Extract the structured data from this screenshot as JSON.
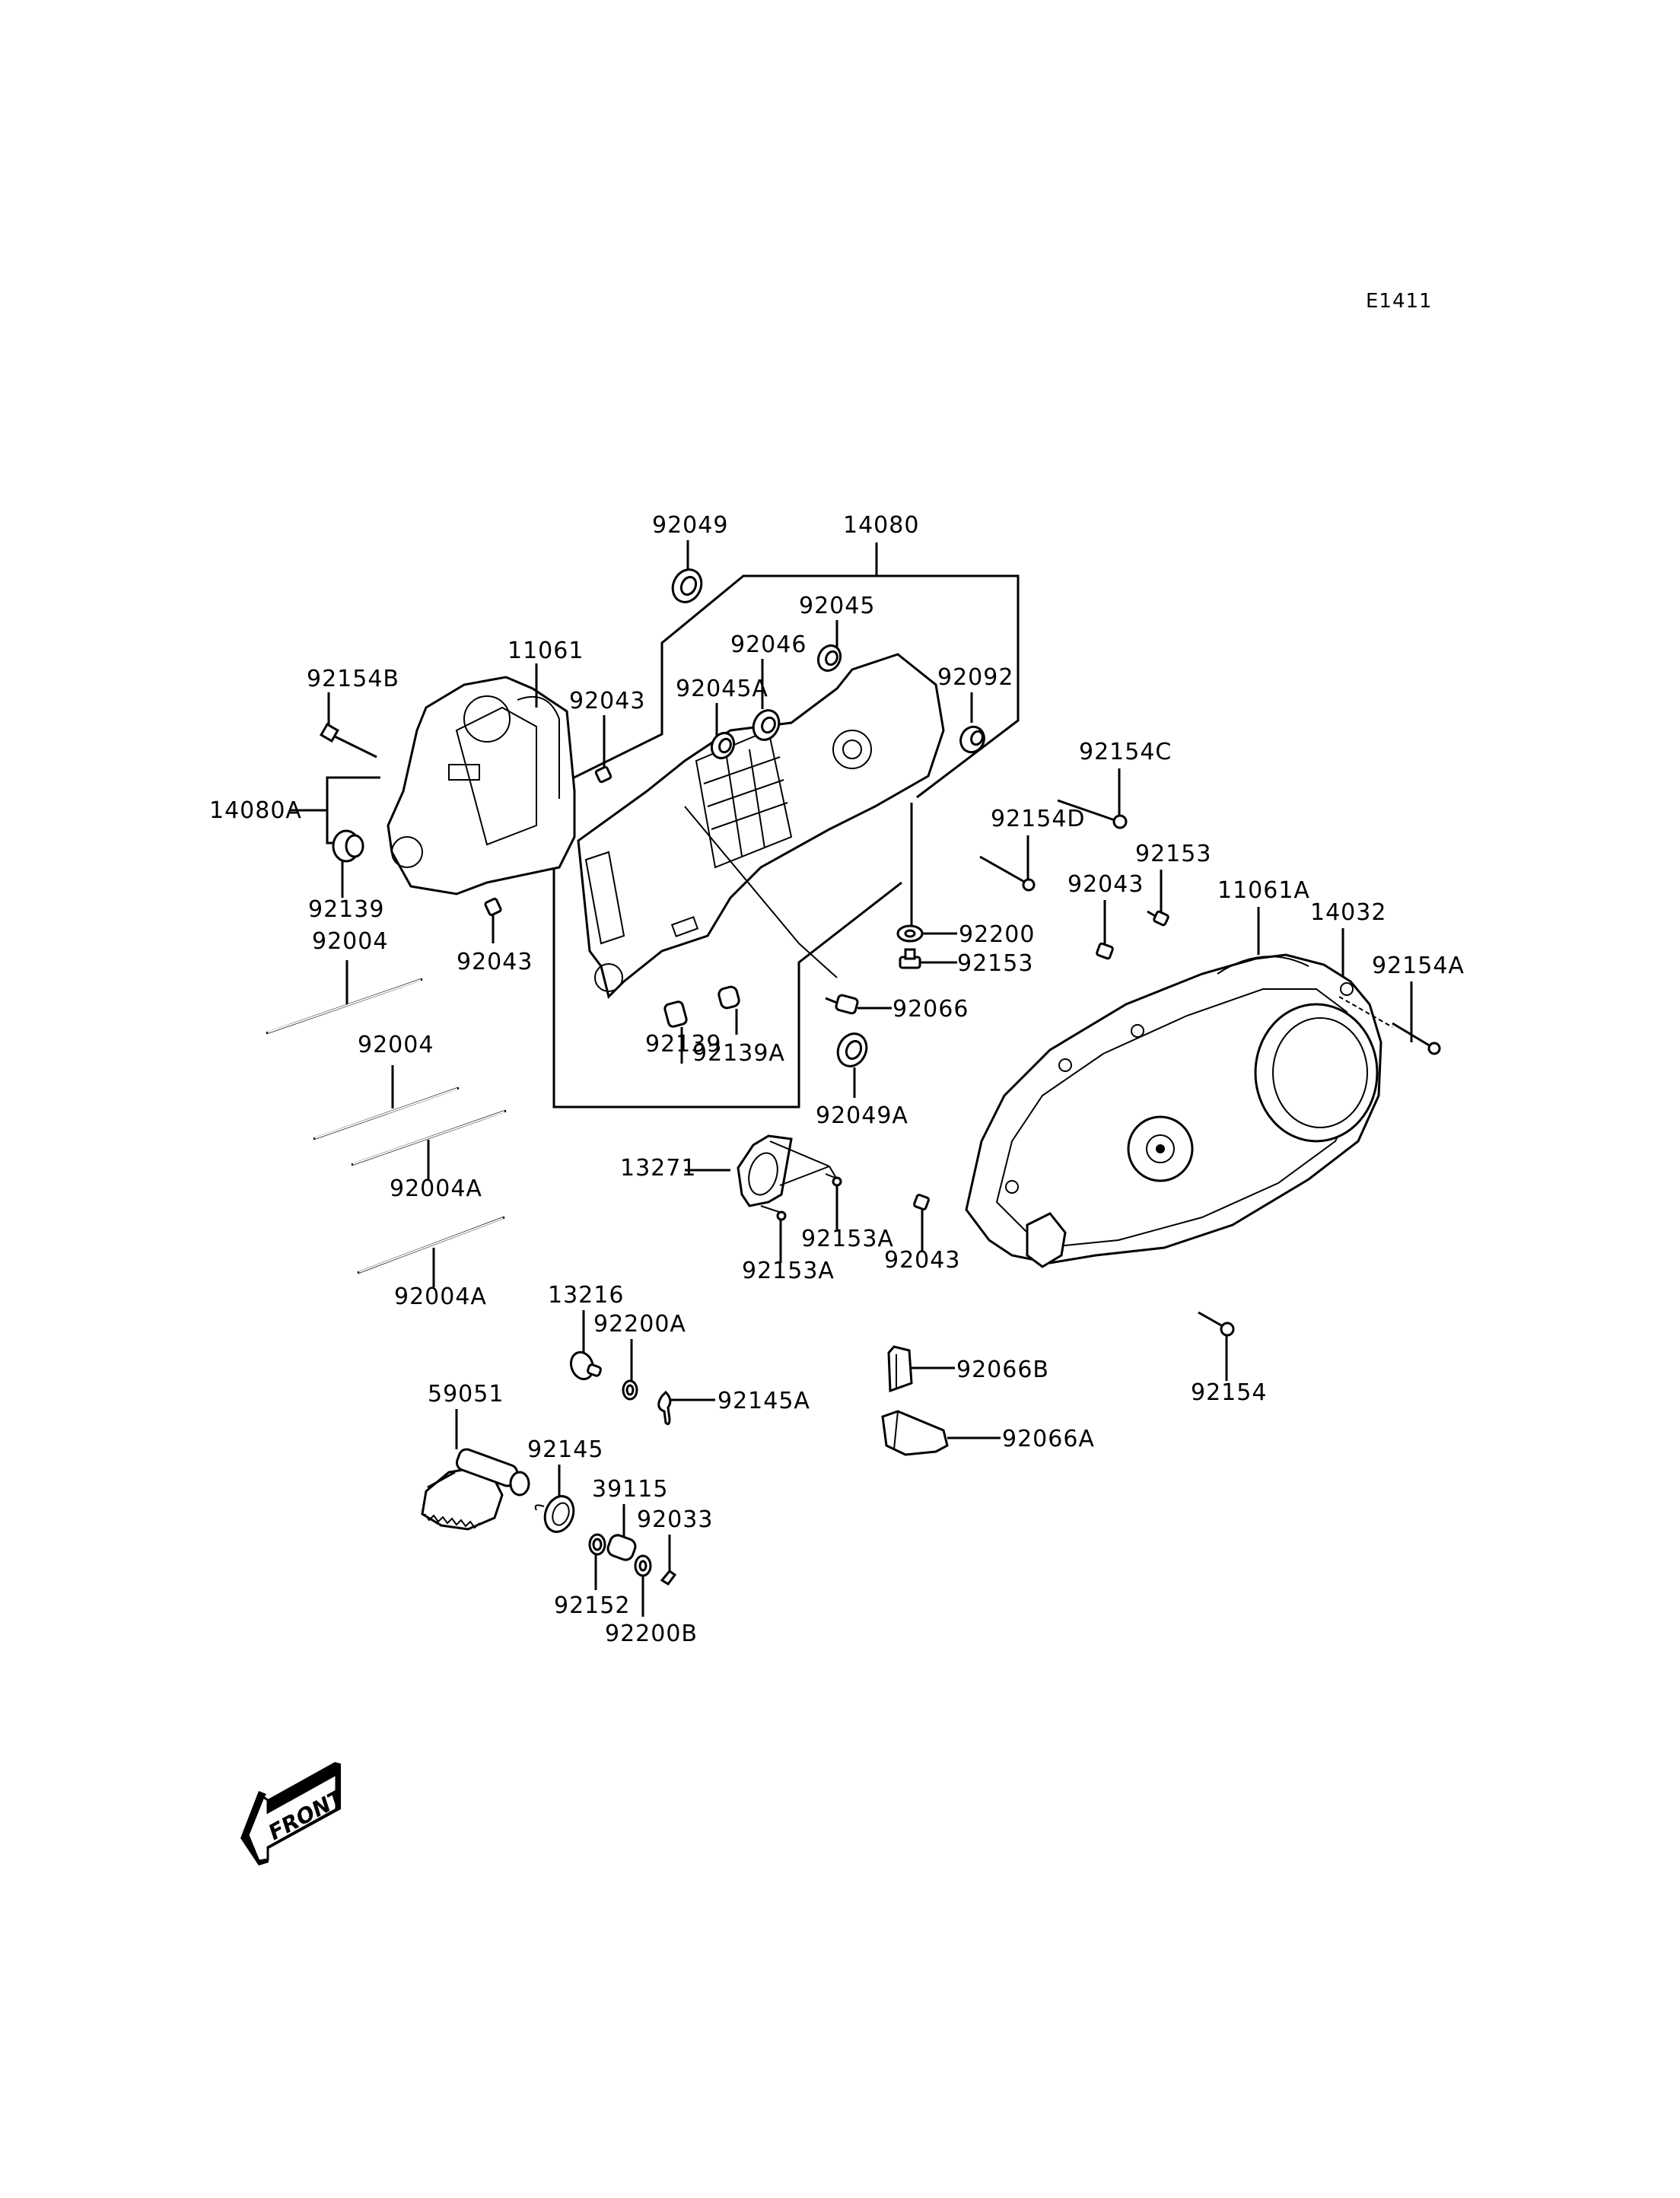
{
  "diagram": {
    "code": "E1411",
    "front_arrow": "FRONT",
    "labels": {
      "p92049": "92049",
      "p14080": "14080",
      "p92045": "92045",
      "p92046": "92046",
      "p92045A": "92045A",
      "p92092": "92092",
      "p11061": "11061",
      "p92154B": "92154B",
      "p92043_a": "92043",
      "p14080A": "14080A",
      "p92139_a": "92139",
      "p92043_b": "92043",
      "p92004_a": "92004",
      "p92004_b": "92004",
      "p92004A_a": "92004A",
      "p92004A_b": "92004A",
      "p92154C": "92154C",
      "p92154D": "92154D",
      "p92153_a": "92153",
      "p92043_c": "92043",
      "p11061A": "11061A",
      "p14032": "14032",
      "p92154A": "92154A",
      "p92200": "92200",
      "p92153_b": "92153",
      "p92066": "92066",
      "p92139_b": "92139",
      "p92139A": "92139A",
      "p92049A": "92049A",
      "p13271": "13271",
      "p92153A_a": "92153A",
      "p92153A_b": "92153A",
      "p92043_d": "92043",
      "p13216": "13216",
      "p92200A": "92200A",
      "p92145A": "92145A",
      "p59051": "59051",
      "p92145": "92145",
      "p39115": "39115",
      "p92033": "92033",
      "p92152": "92152",
      "p92200B": "92200B",
      "p92066B": "92066B",
      "p92066A": "92066A",
      "p92154": "92154"
    }
  }
}
